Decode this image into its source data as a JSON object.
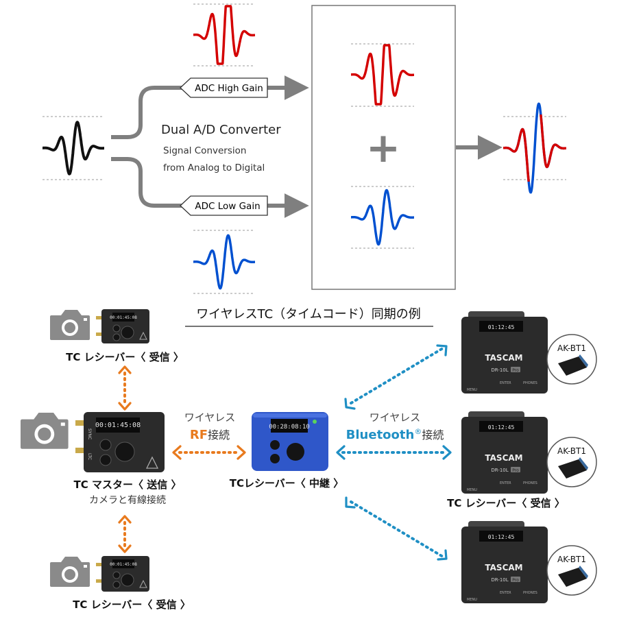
{
  "colors": {
    "high_gain": "#d40000",
    "low_gain": "#0050d0",
    "input": "#111111",
    "arrow_gray": "#7f7f7f",
    "rf_orange": "#e87a1e",
    "bt_blue": "#1f8fc4",
    "dash_gray": "#9a9a9a",
    "receiver_blue": "#2f57c9",
    "device_dark": "#2b2b2b",
    "camera_gray": "#8a8a8a"
  },
  "adc": {
    "title": "Dual A/D Converter",
    "sub1": "Signal Conversion",
    "sub2": "from Analog to Digital",
    "high_label": "ADC High Gain",
    "low_label": "ADC Low Gain",
    "plus": "+"
  },
  "tc": {
    "heading": "ワイヤレスTC（タイムコード）同期の例",
    "top_receiver": {
      "label": "TC レシーバー〈 受信 〉",
      "display": "00:01:45:08",
      "icon": "camera-icon"
    },
    "master": {
      "label": "TC マスター〈 送信 〉",
      "sub": "カメラと有線接続",
      "display": "00:01:45:08",
      "side1": "SYNC",
      "side2": "LTC",
      "icon": "camera-icon"
    },
    "bottom_receiver": {
      "label": "TC レシーバー〈 受信 〉",
      "display": "00:01:45:08",
      "icon": "camera-icon"
    },
    "relay": {
      "label": "TCレシーバー〈 中継 〉",
      "display": "00:28:08:10"
    },
    "rf_link": {
      "line1": "ワイヤレス",
      "accent": "RF",
      "suffix": "接続"
    },
    "bt_link": {
      "line1": "ワイヤレス",
      "accent": "Bluetooth",
      "reg": "®",
      "suffix": "接続"
    },
    "recorders": [
      {
        "brand": "TASCAM",
        "model": "DR-10L",
        "badge": "Pro",
        "display": "01:12:45",
        "adapter": "AK-BT1",
        "label": ""
      },
      {
        "brand": "TASCAM",
        "model": "DR-10L",
        "badge": "Pro",
        "display": "01:12:45",
        "adapter": "AK-BT1",
        "label": "TC レシーバー〈 受信 〉"
      },
      {
        "brand": "TASCAM",
        "model": "DR-10L",
        "badge": "Pro",
        "display": "01:12:45",
        "adapter": "AK-BT1",
        "label": ""
      }
    ],
    "recorder_keys": [
      "MENU",
      "ENTER",
      "PHONES"
    ]
  }
}
